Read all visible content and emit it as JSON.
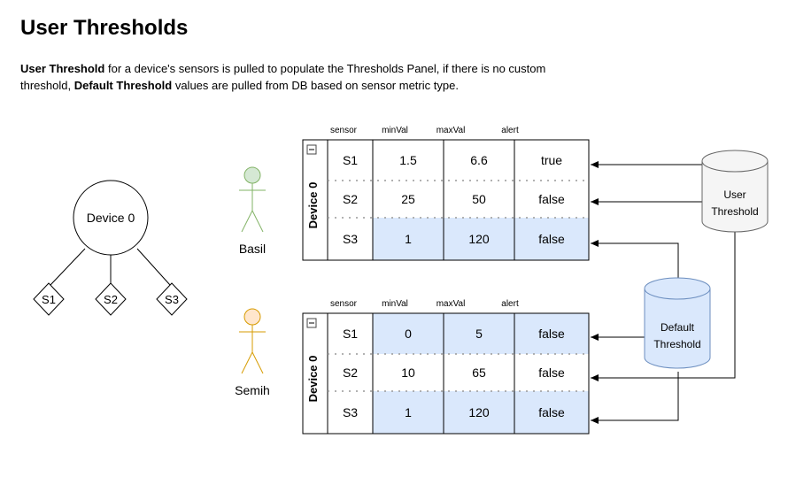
{
  "page": {
    "title": "User Thresholds",
    "description": {
      "strong1": "User Threshold",
      "text1": " for a device's sensors is pulled to populate the Thresholds Panel, if there is no custom threshold, ",
      "strong2": "Default Threshold",
      "text2": " values are pulled from DB based on sensor metric type."
    }
  },
  "device": {
    "label": "Device 0",
    "sensors": [
      "S1",
      "S2",
      "S3"
    ]
  },
  "columns": [
    "sensor",
    "minVal",
    "maxVal",
    "alert"
  ],
  "tables": [
    {
      "user": "Basil",
      "device_label": "Device 0",
      "rows": [
        {
          "sensor": "S1",
          "minVal": "1.5",
          "maxVal": "6.6",
          "alert": "true",
          "source": "user"
        },
        {
          "sensor": "S2",
          "minVal": "25",
          "maxVal": "50",
          "alert": "false",
          "source": "user"
        },
        {
          "sensor": "S3",
          "minVal": "1",
          "maxVal": "120",
          "alert": "false",
          "source": "default"
        }
      ]
    },
    {
      "user": "Semih",
      "device_label": "Device 0",
      "rows": [
        {
          "sensor": "S1",
          "minVal": "0",
          "maxVal": "5",
          "alert": "false",
          "source": "default"
        },
        {
          "sensor": "S2",
          "minVal": "10",
          "maxVal": "65",
          "alert": "false",
          "source": "user"
        },
        {
          "sensor": "S3",
          "minVal": "1",
          "maxVal": "120",
          "alert": "false",
          "source": "default"
        }
      ]
    }
  ],
  "databases": {
    "user": {
      "line1": "User",
      "line2": "Threshold"
    },
    "default": {
      "line1": "Default",
      "line2": "Threshold"
    }
  },
  "colors": {
    "default_fill": "#dae8fc",
    "default_stroke": "#6c8ebf",
    "user_db_fill": "#f5f5f5",
    "user_db_stroke": "#666666",
    "basil_fill": "#d5e8d4",
    "basil_stroke": "#82b366",
    "semih_fill": "#ffe6cc",
    "semih_stroke": "#d79b00"
  }
}
